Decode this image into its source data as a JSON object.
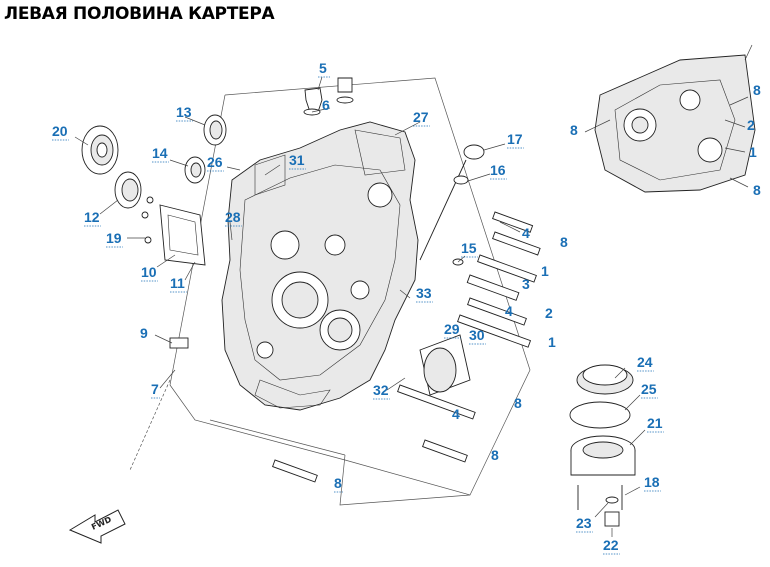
{
  "title": "ЛЕВАЯ ПОЛОВИНА КАРТЕРА",
  "direction_marker": "FWD",
  "callouts": [
    {
      "id": "c5",
      "label": "5"
    },
    {
      "id": "c6",
      "label": "6"
    },
    {
      "id": "c13",
      "label": "13"
    },
    {
      "id": "c27",
      "label": "27"
    },
    {
      "id": "c17",
      "label": "17"
    },
    {
      "id": "c20",
      "label": "20"
    },
    {
      "id": "c14",
      "label": "14"
    },
    {
      "id": "c26",
      "label": "26"
    },
    {
      "id": "c31",
      "label": "31"
    },
    {
      "id": "c16",
      "label": "16"
    },
    {
      "id": "c12",
      "label": "12"
    },
    {
      "id": "c28",
      "label": "28"
    },
    {
      "id": "c4a",
      "label": "4"
    },
    {
      "id": "c8a",
      "label": "8"
    },
    {
      "id": "c19",
      "label": "19"
    },
    {
      "id": "c15",
      "label": "15"
    },
    {
      "id": "c1a",
      "label": "1"
    },
    {
      "id": "c10",
      "label": "10"
    },
    {
      "id": "c11",
      "label": "11"
    },
    {
      "id": "c3",
      "label": "3"
    },
    {
      "id": "c33",
      "label": "33"
    },
    {
      "id": "c2a",
      "label": "2"
    },
    {
      "id": "c4b",
      "label": "4"
    },
    {
      "id": "c9",
      "label": "9"
    },
    {
      "id": "c29",
      "label": "29"
    },
    {
      "id": "c30",
      "label": "30"
    },
    {
      "id": "c1b",
      "label": "1"
    },
    {
      "id": "c7",
      "label": "7"
    },
    {
      "id": "c32",
      "label": "32"
    },
    {
      "id": "c8b",
      "label": "8"
    },
    {
      "id": "c4c",
      "label": "4"
    },
    {
      "id": "c24",
      "label": "24"
    },
    {
      "id": "c25",
      "label": "25"
    },
    {
      "id": "c21",
      "label": "21"
    },
    {
      "id": "c8c",
      "label": "8"
    },
    {
      "id": "c8d",
      "label": "8"
    },
    {
      "id": "c18",
      "label": "18"
    },
    {
      "id": "c23",
      "label": "23"
    },
    {
      "id": "c22",
      "label": "22"
    },
    {
      "id": "c8e",
      "label": "8"
    },
    {
      "id": "c8f",
      "label": "8"
    },
    {
      "id": "c2b",
      "label": "2"
    },
    {
      "id": "c1c",
      "label": "1"
    },
    {
      "id": "c8g",
      "label": "8"
    }
  ]
}
